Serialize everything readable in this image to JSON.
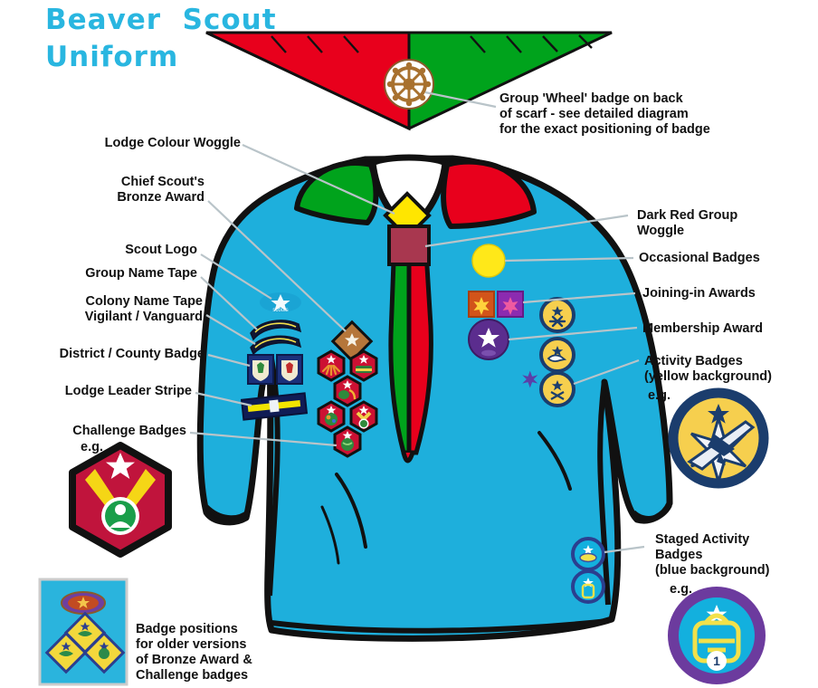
{
  "title": {
    "line1": "Beaver  Scout",
    "line2": "Uniform",
    "color": "#29b6e0"
  },
  "labels": {
    "scarf_wheel": "Group 'Wheel' badge on back\nof scarf - see detailed diagram\nfor the exact positioning of badge",
    "lodge_colour_woggle": "Lodge Colour Woggle",
    "chief_scouts_bronze_award": "Chief Scout's\nBronze Award",
    "scout_logo": "Scout Logo",
    "group_name_tape": "Group Name Tape",
    "colony_name_tape": "Colony Name Tape\nVigilant / Vanguard",
    "district_county_badge": "District / County Badge",
    "lodge_leader_stripe": "Lodge Leader Stripe",
    "challenge_badges": "Challenge Badges",
    "challenge_badges_eg": "e.g.",
    "dark_red_group_woggle": "Dark Red Group\nWoggle",
    "occasional_badges": "Occasional Badges",
    "joining_in_awards": "Joining-in Awards",
    "membership_award": "Membership Award",
    "activity_badges": "Activity Badges\n(yellow background)",
    "activity_badges_eg": "e.g.",
    "staged_activity_badges": "Staged Activity\nBadges\n(blue background)",
    "staged_activity_badges_eg": "e.g.",
    "older_versions_note": "Badge positions\nfor older versions\nof Bronze Award &\nChallenge badges"
  },
  "colors": {
    "shirt": "#1eafdc",
    "shirt_outline": "#111111",
    "scarf_red": "#e8001c",
    "scarf_green": "#00a31c",
    "woggle_yellow": "#ffe600",
    "woggle_dark_red": "#a8374f",
    "badge_red": "#cc1133",
    "badge_bronze": "#b5763a",
    "activity_yellow": "#f6cf4e",
    "activity_navy": "#1b3d6d",
    "staged_purple": "#6c3b9e",
    "staged_cyan": "#13b0de",
    "joining_orange": "#d2541a",
    "joining_purple": "#8c2bb0",
    "membership_purple": "#5b2d8e",
    "occasional_yellow": "#ffe819",
    "stripe_navy": "#101c55",
    "stripe_yellow": "#f2e400",
    "inset_panel": "#2ab4dd",
    "leader_line": "#b9c4c9"
  },
  "icons": {
    "wheel": "ships-wheel-icon",
    "fleur": "fleur-de-lis-icon",
    "person": "person-silhouette-icon",
    "plane": "airplane-icon",
    "backpack": "backpack-icon"
  },
  "badge_counts": {
    "challenge_cluster_hexes": 6,
    "activity_circles_chest": 3,
    "joining_in_squares": 2,
    "sleeve_staged_badges": 2,
    "inset_diamonds": 3
  },
  "staged_badge_stage_number": "1"
}
